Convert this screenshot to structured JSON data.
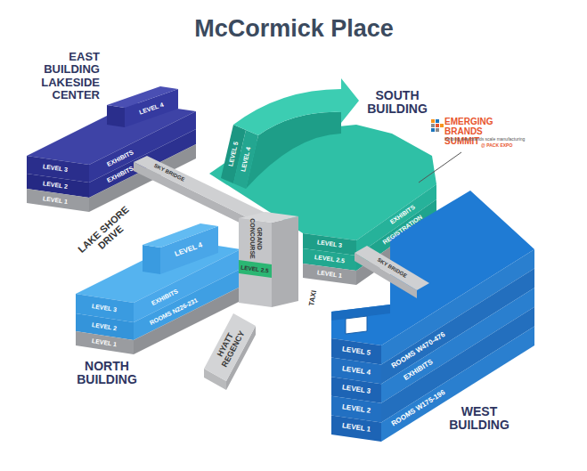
{
  "diagram": {
    "title": "McCormick Place",
    "nodes": [
      {
        "text": [
          "EAST BUILDING LAKESIDE CENTER",
          "LEVEL 4",
          "LEVEL 3",
          "LEVEL 2",
          "LEVEL 1",
          "EXHIBITS",
          "EXHIBITS"
        ]
      },
      {
        "text": [
          "SOUTH BUILDING",
          "LEVEL 5",
          "LEVEL 4",
          "EXHIBITS",
          "REGISTRATION",
          "LEVEL 3",
          "LEVEL 2.5",
          "LEVEL 1"
        ]
      },
      {
        "text": [
          "NORTH BUILDING",
          "LEVEL 4",
          "LEVEL 3",
          "LEVEL 2",
          "LEVEL 1",
          "EXHIBITS",
          "ROOMS N226-231"
        ]
      },
      {
        "text": [
          "WEST BUILDING",
          "LEVEL 5",
          "LEVEL 4",
          "LEVEL 3",
          "LEVEL 2",
          "LEVEL 1",
          "ROOMS W470-476",
          "EXHIBITS",
          "ROOMS W175-196"
        ]
      },
      {
        "text": [
          "SKY BRIDGE"
        ]
      },
      {
        "text": [
          "GRAND CONCOURSE",
          "LEVEL 2.5"
        ]
      },
      {
        "text": [
          "SKY BRIDGE"
        ]
      },
      {
        "text": [
          "HYATT REGENCY"
        ]
      }
    ],
    "labels": [
      "LAKE SHORE DRIVE",
      "EMERGING BRANDS SUMMIT",
      "Helping new brands scale manufacturing",
      "@ PACK EXPO",
      "TAXI"
    ]
  }
}
